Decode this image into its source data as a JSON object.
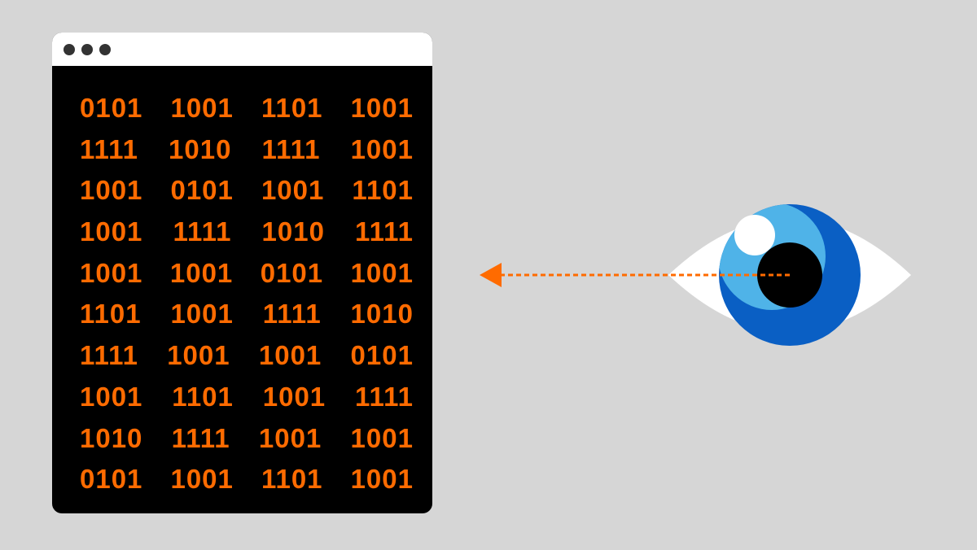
{
  "colors": {
    "background": "#d6d6d6",
    "window_body": "#000000",
    "window_titlebar": "#ffffff",
    "window_dots": "#333333",
    "code_text": "#ff6b00",
    "arrow": "#ff6b00",
    "eye_white": "#ffffff",
    "iris_outer": "#0a5fc4",
    "iris_inner": "#4fb3e8",
    "pupil": "#000000",
    "highlight": "#ffffff"
  },
  "icons": {
    "window_controls": "three-dots-icon",
    "eye": "eye-icon",
    "arrow": "arrow-left-icon"
  },
  "binary_rows": [
    [
      "0101",
      "1001",
      "1101",
      "1001"
    ],
    [
      "1111",
      "1010",
      "1111",
      "1001"
    ],
    [
      "1001",
      "0101",
      "1001",
      "1101"
    ],
    [
      "1001",
      "1111",
      "1010",
      "1111"
    ],
    [
      "1001",
      "1001",
      "0101",
      "1001"
    ],
    [
      "1101",
      "1001",
      "1111",
      "1010"
    ],
    [
      "1111",
      "1001",
      "1001",
      "0101"
    ],
    [
      "1001",
      "1101",
      "1001",
      "1111"
    ],
    [
      "1010",
      "1111",
      "1001",
      "1001"
    ],
    [
      "0101",
      "1001",
      "1101",
      "1001"
    ]
  ]
}
